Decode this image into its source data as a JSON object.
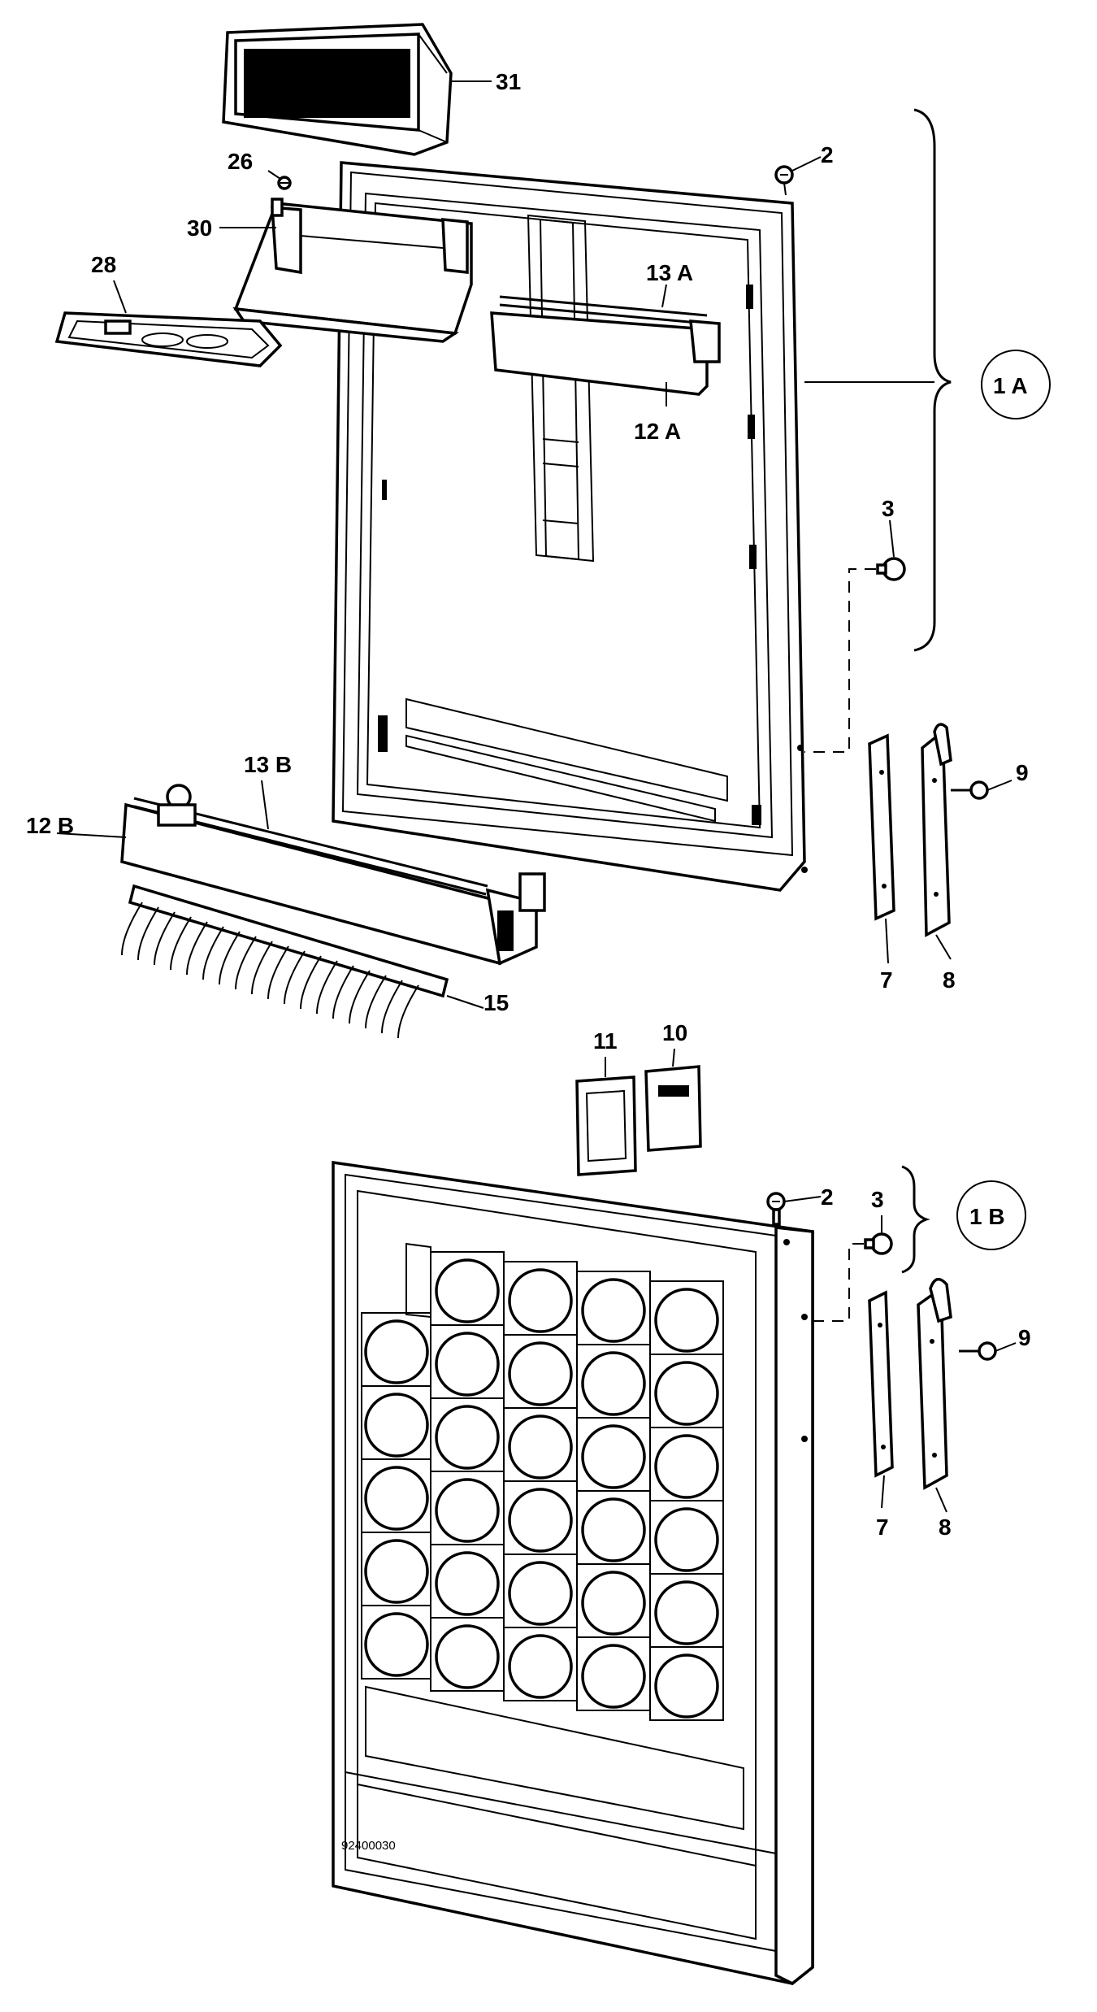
{
  "diagram": {
    "part_labels": {
      "p31": "31",
      "p26": "26",
      "p30": "30",
      "p28": "28",
      "p2a": "2",
      "p13a": "13 A",
      "p12a": "12 A",
      "p1a": "1 A",
      "p3a": "3",
      "p9a": "9",
      "p7a": "7",
      "p8a": "8",
      "p13b": "13 B",
      "p12b": "12 B",
      "p15": "15",
      "p11": "11",
      "p10": "10",
      "p2b": "2",
      "p3b": "3",
      "p1b": "1 B",
      "p9b": "9",
      "p7b": "7",
      "p8b": "8"
    },
    "drawing_number": "92400030"
  }
}
